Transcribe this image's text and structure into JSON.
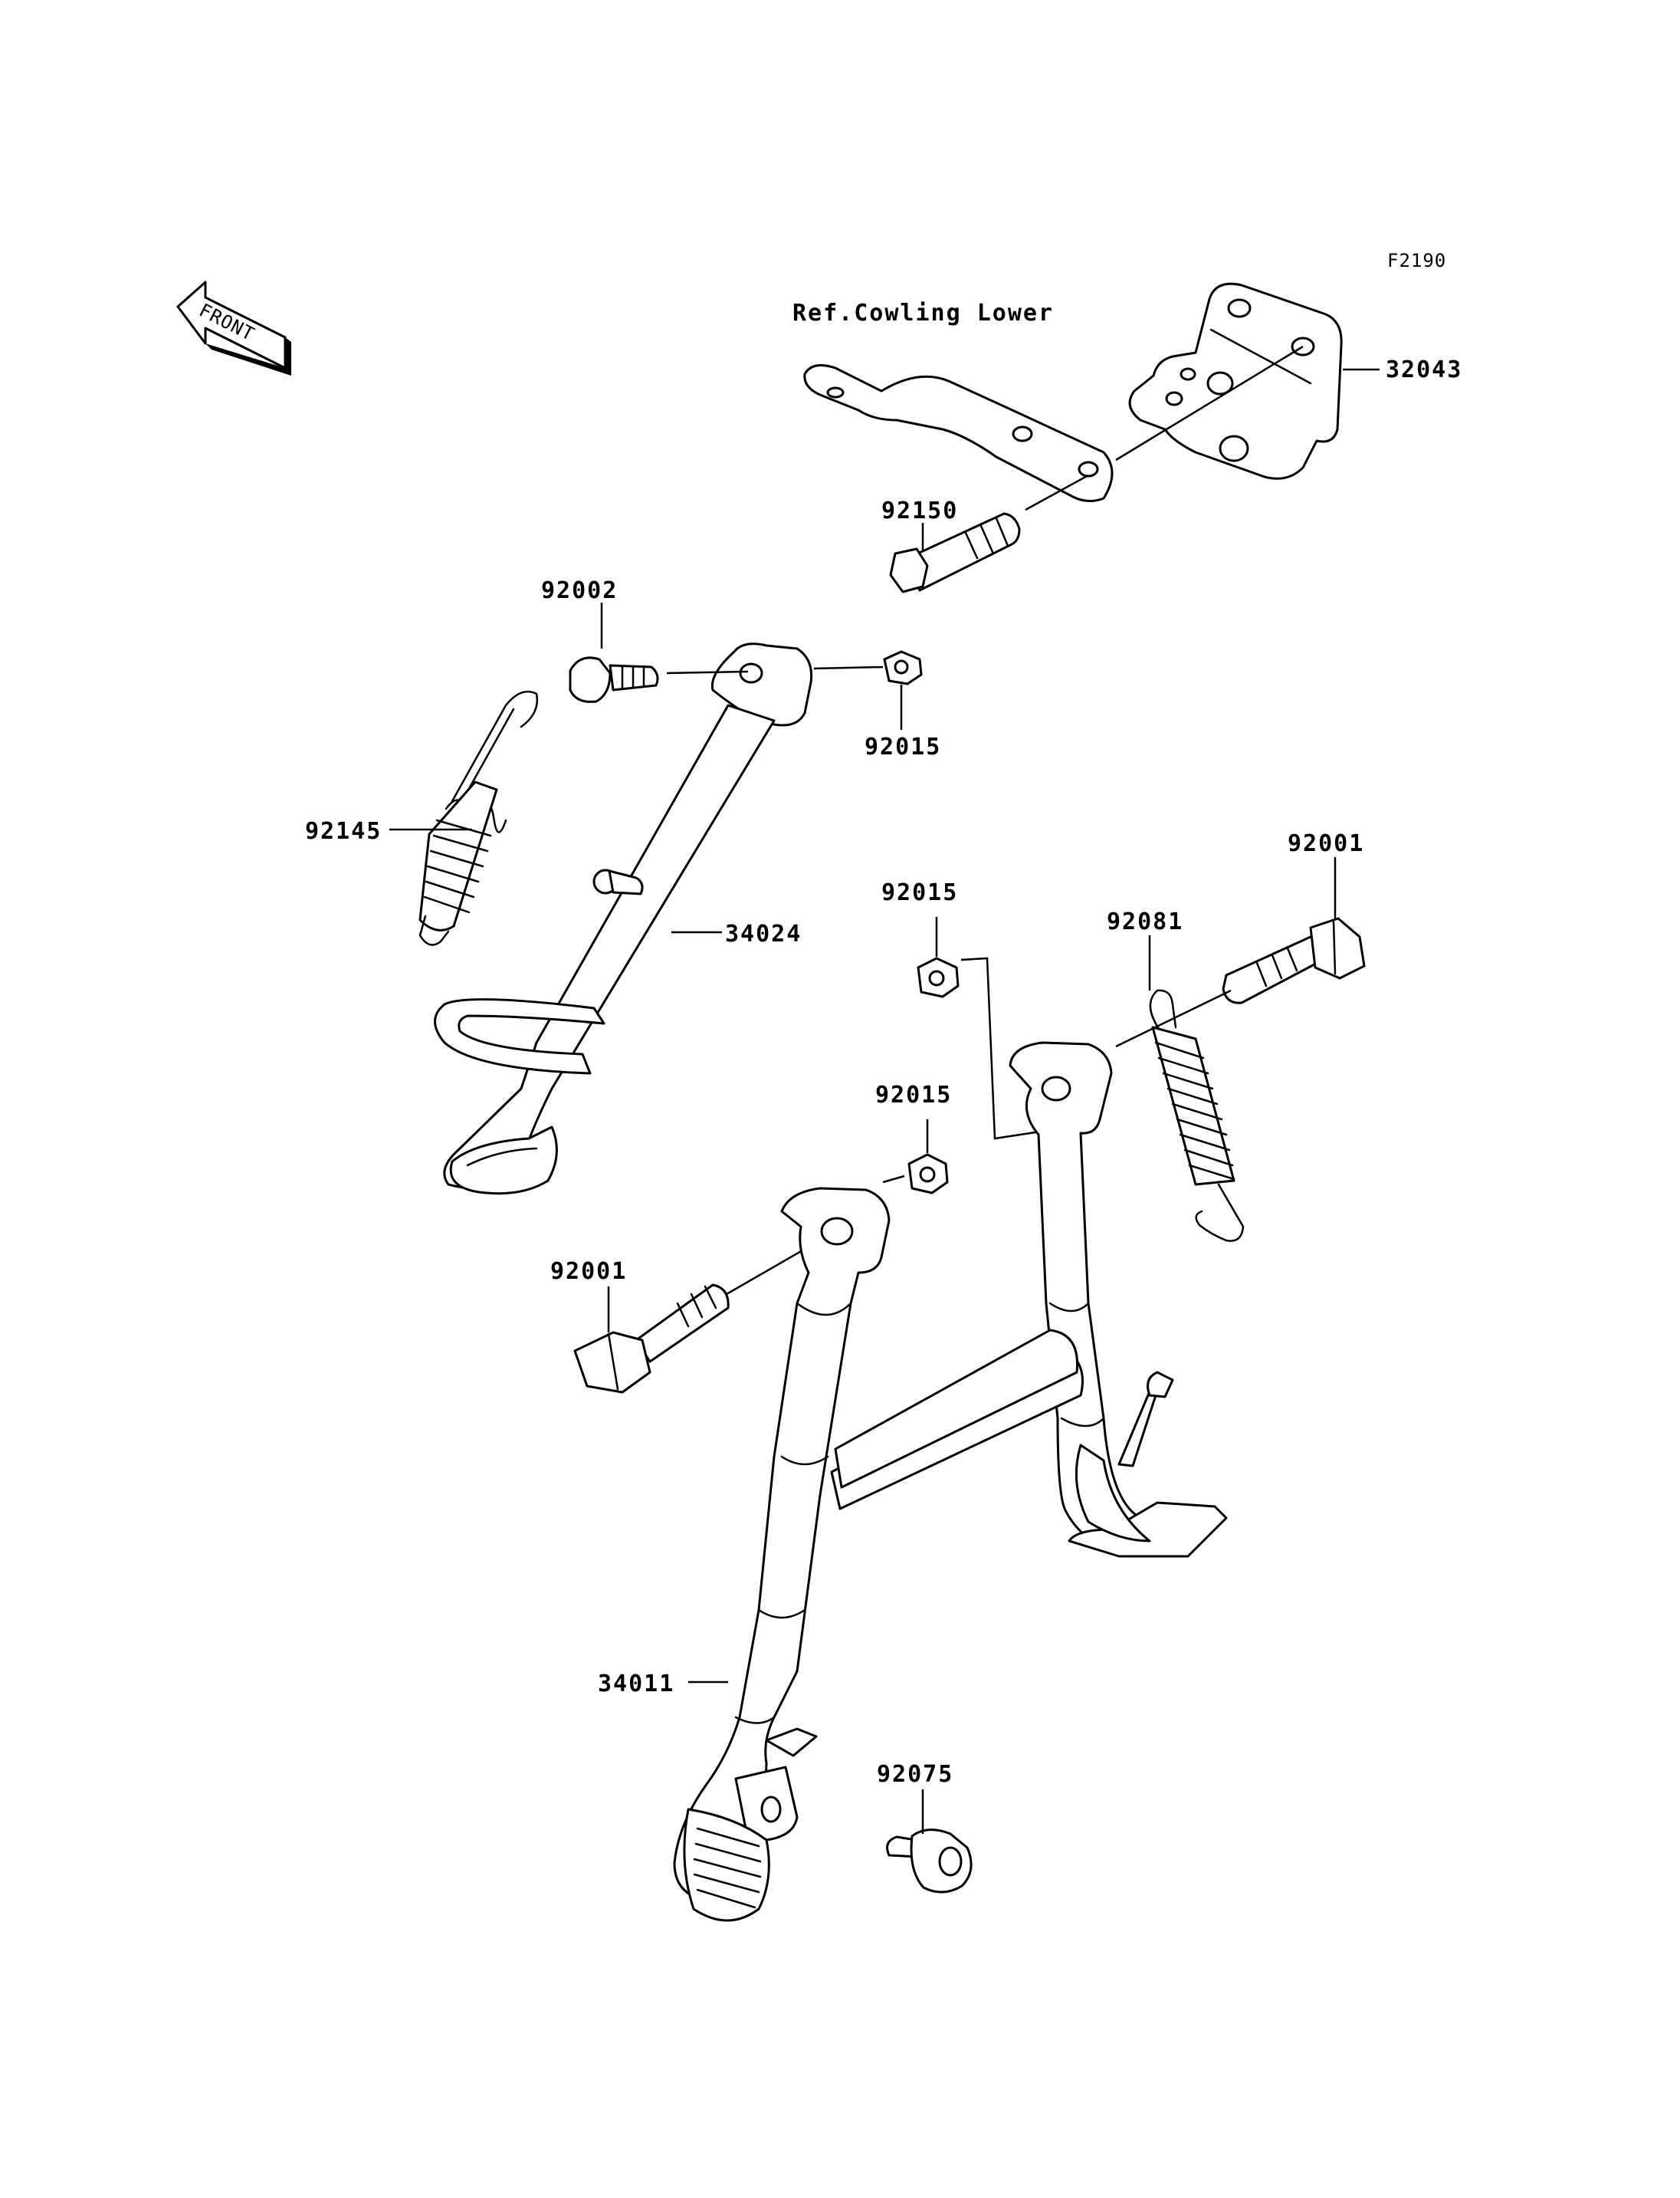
{
  "figure_code": "F2190",
  "front_label": "FRONT",
  "ref_note": "Ref.Cowling Lower",
  "callouts": {
    "p32043": "32043",
    "p92150": "92150",
    "p92002": "92002",
    "p92015_a": "92015",
    "p92145": "92145",
    "p34024": "34024",
    "p92001_a": "92001",
    "p92015_b": "92015",
    "p92081": "92081",
    "p92015_c": "92015",
    "p92001_b": "92001",
    "p34011": "34011",
    "p92075": "92075"
  }
}
